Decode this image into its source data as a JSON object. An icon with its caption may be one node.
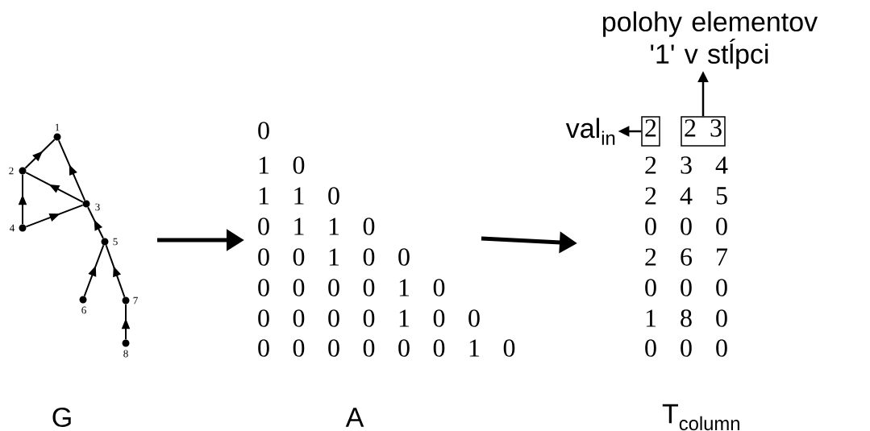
{
  "diagram": {
    "nodes": [
      {
        "text": [],
        "shape": "circle",
        "beside": [
          "1"
        ]
      },
      {
        "text": [],
        "shape": "circle",
        "beside": [
          "2"
        ]
      },
      {
        "text": [],
        "shape": "circle",
        "beside": [
          "3"
        ]
      },
      {
        "text": [],
        "shape": "circle",
        "beside": [
          "4"
        ]
      },
      {
        "text": [],
        "shape": "circle",
        "beside": [
          "5"
        ]
      },
      {
        "text": [],
        "shape": "circle",
        "beside": [
          "6"
        ]
      },
      {
        "text": [],
        "shape": "circle",
        "beside": [
          "7"
        ]
      },
      {
        "text": [],
        "shape": "circle",
        "beside": [
          "8"
        ]
      },
      {
        "text": [
          "2"
        ]
      },
      {
        "text": [
          "2",
          "3"
        ]
      },
      {
        "text": [
          "val$_{in}$"
        ]
      },
      {
        "text": [
          "polohy elementov '1' v stĺpci"
        ]
      }
    ],
    "edges": [
      {
        "from": 1,
        "to": 0,
        "arrow": "to"
      },
      {
        "from": 2,
        "to": 0,
        "arrow": "to"
      },
      {
        "from": 2,
        "to": 1,
        "arrow": "to"
      },
      {
        "from": 3,
        "to": 1,
        "arrow": "to"
      },
      {
        "from": 3,
        "to": 2,
        "arrow": "to"
      },
      {
        "from": 4,
        "to": 2,
        "arrow": "to"
      },
      {
        "from": 5,
        "to": 4,
        "arrow": "to"
      },
      {
        "from": 6,
        "to": 4,
        "arrow": "to"
      },
      {
        "from": 7,
        "to": 6,
        "arrow": "to"
      },
      {
        "from": 8,
        "to": 10,
        "arrow": "to"
      },
      {
        "from": 9,
        "to": 11,
        "arrow": "to"
      }
    ],
    "labels": [
      "0",
      "1",
      "0",
      "1",
      "1",
      "0",
      "0",
      "1",
      "1",
      "0",
      "0",
      "0",
      "1",
      "0",
      "0",
      "0",
      "0",
      "0",
      "0",
      "1",
      "0",
      "0",
      "0",
      "0",
      "0",
      "1",
      "0",
      "0",
      "0",
      "0",
      "0",
      "0",
      "0",
      "0",
      "1",
      "0",
      "2",
      "3",
      "4",
      "2",
      "4",
      "5",
      "0",
      "0",
      "0",
      "2",
      "6",
      "7",
      "0",
      "0",
      "0",
      "1",
      "8",
      "0",
      "0",
      "0",
      "0",
      "G",
      "A",
      "T$_{column}$"
    ]
  }
}
